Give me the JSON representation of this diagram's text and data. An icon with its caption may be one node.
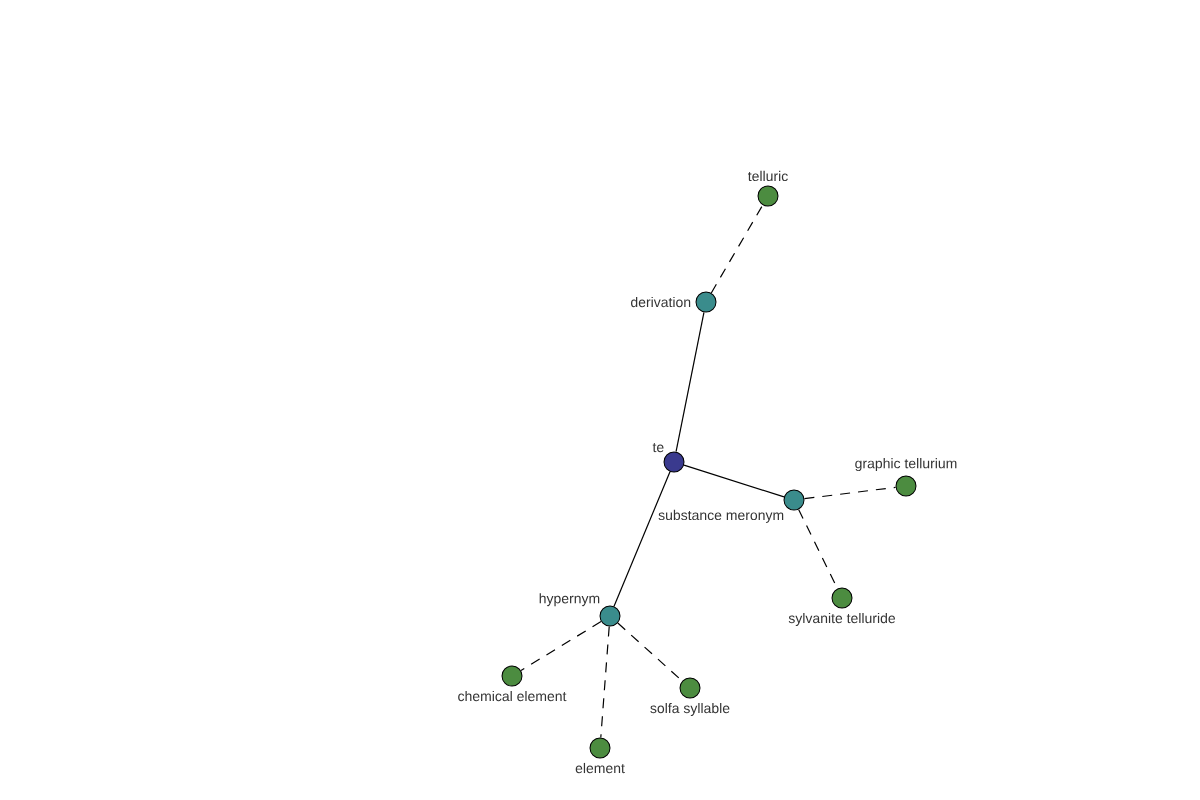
{
  "diagram": {
    "nodes": [
      {
        "text": [
          "te"
        ]
      },
      {
        "text": [
          "derivation"
        ]
      },
      {
        "text": [
          "telluric"
        ]
      },
      {
        "text": [
          "substance meronym"
        ]
      },
      {
        "text": [
          "graphic tellurium"
        ]
      },
      {
        "text": [
          "sylvanite telluride"
        ]
      },
      {
        "text": [
          "hypernym"
        ]
      },
      {
        "text": [
          "chemical element"
        ]
      },
      {
        "text": [
          "element"
        ]
      },
      {
        "text": [
          "solfa syllable"
        ]
      }
    ],
    "edges": [
      {
        "from": 0,
        "to": 1,
        "arrow": "none"
      },
      {
        "from": 1,
        "to": 2,
        "arrow": "none",
        "style": "dashed"
      },
      {
        "from": 0,
        "to": 3,
        "arrow": "none"
      },
      {
        "from": 3,
        "to": 4,
        "arrow": "none",
        "style": "dashed"
      },
      {
        "from": 3,
        "to": 5,
        "arrow": "none",
        "style": "dashed"
      },
      {
        "from": 0,
        "to": 6,
        "arrow": "none"
      },
      {
        "from": 6,
        "to": 7,
        "arrow": "none",
        "style": "dashed"
      },
      {
        "from": 6,
        "to": 8,
        "arrow": "none",
        "style": "dashed"
      },
      {
        "from": 6,
        "to": 9,
        "arrow": "none",
        "style": "dashed"
      }
    ]
  }
}
